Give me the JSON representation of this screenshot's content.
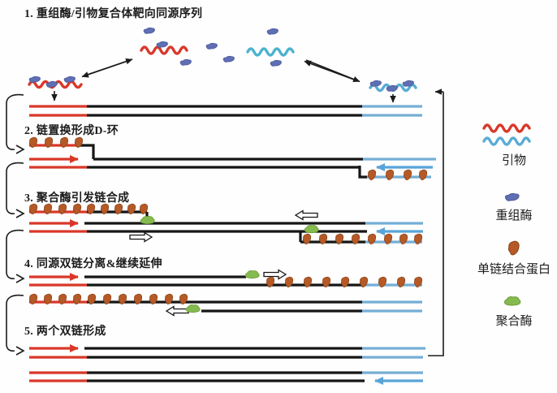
{
  "figure": {
    "title_implicit": "RPA 扩增机理示意图",
    "steps": [
      {
        "num": "1",
        "label": "1. 重组酶/引物复合体靶向同源序列"
      },
      {
        "num": "2",
        "label": "2. 链置换形成D-环"
      },
      {
        "num": "3",
        "label": "3. 聚合酶引发链合成"
      },
      {
        "num": "4",
        "label": "4. 同源双链分离&继续延伸"
      },
      {
        "num": "5",
        "label": "5. 两个双链形成"
      }
    ],
    "legend": [
      {
        "icon": "primer-wavy-lines-icon",
        "label": "引物"
      },
      {
        "icon": "recombinase-blob-icon",
        "label": "重组酶"
      },
      {
        "icon": "ssb-protein-blob-icon",
        "label": "单链结合蛋白"
      },
      {
        "icon": "polymerase-blob-icon",
        "label": "聚合酶"
      }
    ],
    "colors": {
      "primer_red": "#d93829",
      "template_blue": "#74aed6",
      "primer_cyan": "#4cb2cd",
      "recombinase_blue": "#5f6fb4",
      "ssb_brown": "#b55a27",
      "polymerase_green": "#85bb4e",
      "dna_black": "#161616"
    }
  }
}
